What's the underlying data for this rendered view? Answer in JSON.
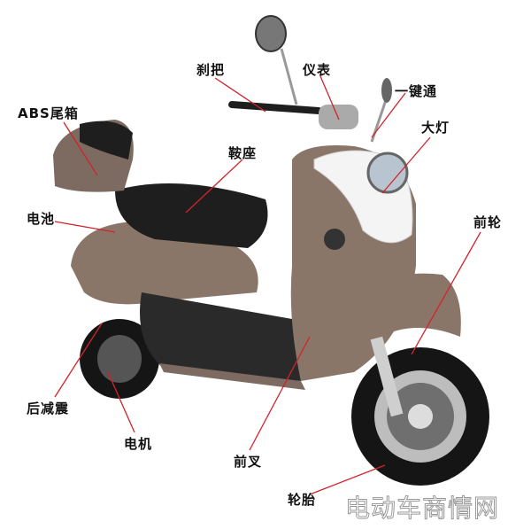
{
  "labels": {
    "brake_lever": "刹把",
    "dashboard": "仪表",
    "one_key_start": "一键通",
    "abs_trunk": "ABS尾箱",
    "headlight": "大灯",
    "saddle": "鞍座",
    "battery": "电池",
    "front_wheel": "前轮",
    "rear_shock": "后减震",
    "motor": "电机",
    "front_fork": "前叉",
    "tire": "轮胎"
  },
  "watermark": "电动车商情网",
  "colors": {
    "callout_line": "#d2232a",
    "body": "#8a7569",
    "seat": "#1e1e1e",
    "front_panel": "#f4f4f4"
  }
}
